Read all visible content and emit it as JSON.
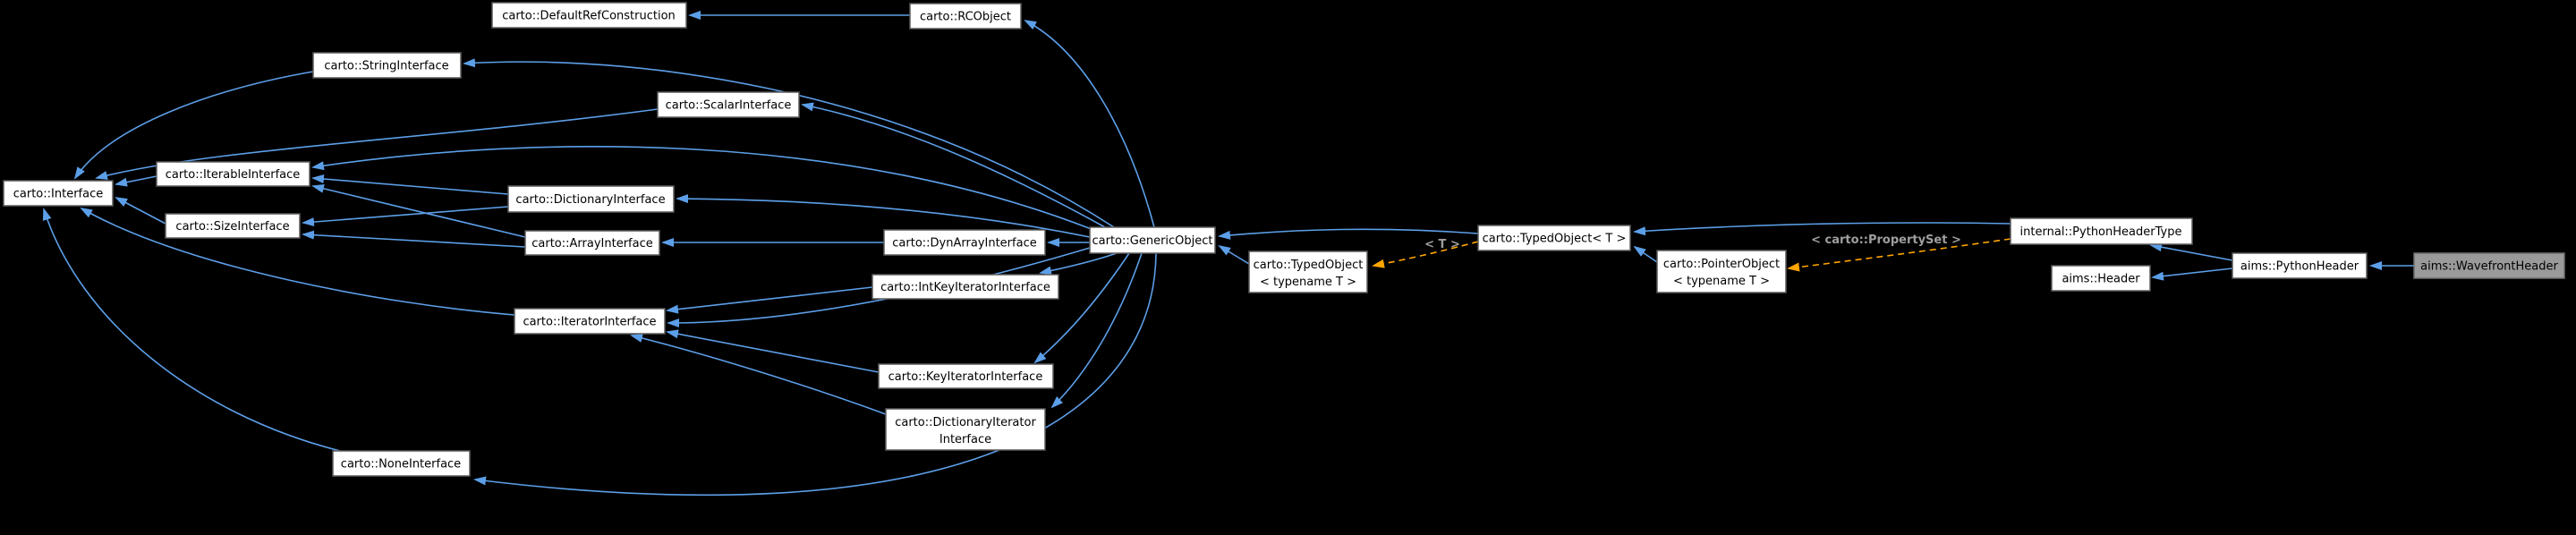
{
  "diagram": {
    "type": "class-inheritance-graph",
    "background_color": "#000000",
    "node_fill": "#ffffff",
    "node_border_color": "#5b5b5b",
    "node_text_color": "#000000",
    "highlight_node_fill": "#9a9a9a",
    "inheritance_edge_color": "#5c9fe8",
    "template_edge_color": "#ffa500",
    "edge_label_color": "#9e9e9e",
    "nodes": {
      "interface": {
        "label": "carto::Interface"
      },
      "default_ref_construction": {
        "label": "carto::DefaultRefConstruction"
      },
      "rcobject": {
        "label": "carto::RCObject"
      },
      "string_interface": {
        "label": "carto::StringInterface"
      },
      "scalar_interface": {
        "label": "carto::ScalarInterface"
      },
      "iterable_interface": {
        "label": "carto::IterableInterface"
      },
      "size_interface": {
        "label": "carto::SizeInterface"
      },
      "dictionary_interface": {
        "label": "carto::DictionaryInterface"
      },
      "array_interface": {
        "label": "carto::ArrayInterface"
      },
      "dynarray_interface": {
        "label": "carto::DynArrayInterface"
      },
      "intkey_iterator_interface": {
        "label": "carto::IntKeyIteratorInterface"
      },
      "iterator_interface": {
        "label": "carto::IteratorInterface"
      },
      "key_iterator_interface": {
        "label": "carto::KeyIteratorInterface"
      },
      "dictionary_iterator_interface": {
        "line1": "carto::DictionaryIterator",
        "line2": "Interface"
      },
      "none_interface": {
        "label": "carto::NoneInterface"
      },
      "generic_object": {
        "label": "carto::GenericObject"
      },
      "typed_object_template": {
        "line1": "carto::TypedObject",
        "line2": "< typename T >"
      },
      "typed_object_t": {
        "label": "carto::TypedObject< T >"
      },
      "pointer_object_template": {
        "line1": "carto::PointerObject",
        "line2": "< typename T >"
      },
      "python_header_type": {
        "label": "internal::PythonHeaderType"
      },
      "aims_header": {
        "label": "aims::Header"
      },
      "aims_python_header": {
        "label": "aims::PythonHeader"
      },
      "wavefront_header": {
        "label": "aims::WavefrontHeader"
      }
    },
    "edge_labels": {
      "template_t": "< T >",
      "template_property_set": "< carto::PropertySet >"
    }
  }
}
